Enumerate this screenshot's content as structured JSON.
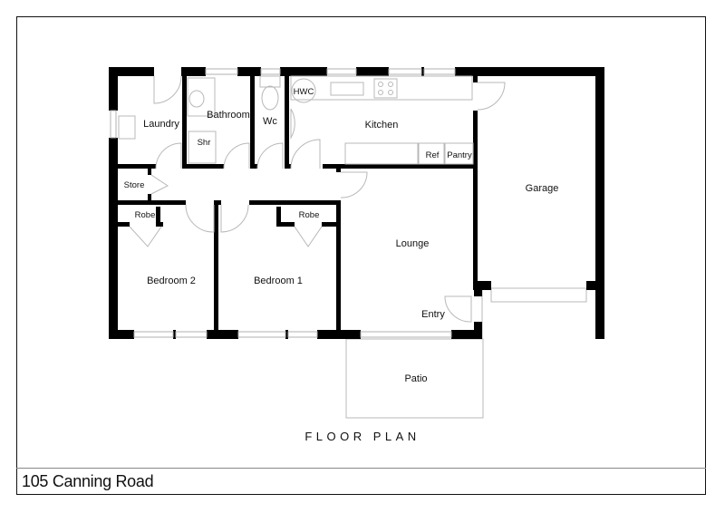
{
  "document": {
    "plan_title": "FLOOR PLAN",
    "address": "105 Canning Road"
  },
  "rooms": {
    "laundry": "Laundry",
    "bathroom": "Bathroom",
    "shower": "Shr",
    "wc": "Wc",
    "hwc": "HWC",
    "kitchen": "Kitchen",
    "ref": "Ref",
    "pantry": "Pantry",
    "garage": "Garage",
    "store": "Store",
    "robe_left": "Robe",
    "robe_right": "Robe",
    "bedroom2": "Bedroom 2",
    "bedroom1": "Bedroom 1",
    "lounge": "Lounge",
    "entry": "Entry",
    "patio": "Patio"
  },
  "colors": {
    "wall": "#000000",
    "fixture_line": "#b8b8b8",
    "frame": "#111111"
  }
}
